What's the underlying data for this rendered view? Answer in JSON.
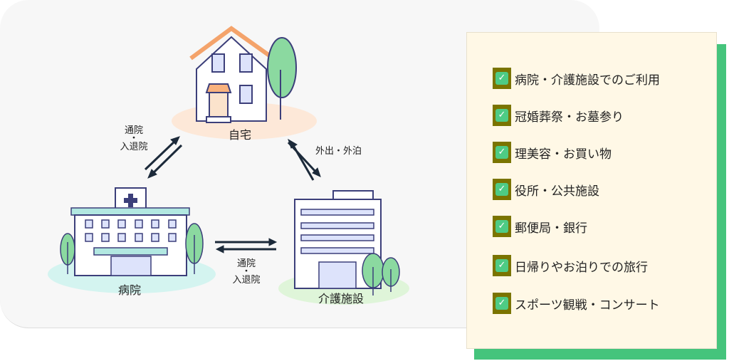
{
  "diagram": {
    "nodes": {
      "home": "自宅",
      "hospital": "病院",
      "care_facility": "介護施設"
    },
    "edges": {
      "home_hospital": [
        "通院",
        "・",
        "入退院"
      ],
      "home_care": "外出・外泊",
      "hospital_care": [
        "通院",
        "・",
        "入退院"
      ]
    }
  },
  "checklist": {
    "items": [
      "病院・介護施設でのご利用",
      "冠婚葬祭・お墓参り",
      "理美容・お買い物",
      "役所・公共施設",
      "郵便局・銀行",
      "日帰りやお泊りでの旅行",
      "スポーツ観戦・コンサート"
    ],
    "check_glyph": "✓"
  },
  "colors": {
    "accent_green": "#45c47c",
    "card_bg": "#fff8e6",
    "checkbox_frame": "#7a7400",
    "panel_bg": "#f7f7f7"
  }
}
